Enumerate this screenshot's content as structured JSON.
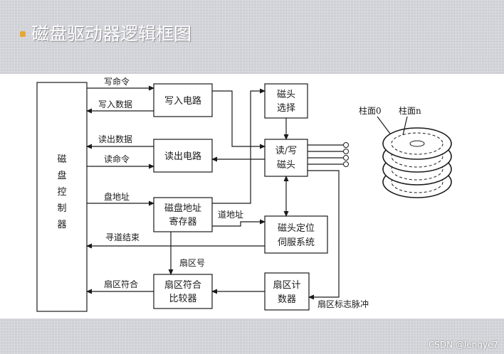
{
  "title": "磁盘驱动器逻辑框图",
  "boxes": {
    "controller": [
      "磁",
      "盘",
      "控",
      "制",
      "器"
    ],
    "write_circuit": "写入电路",
    "read_circuit": "读出电路",
    "head_select": [
      "磁头",
      "选择"
    ],
    "rw_head": [
      "读/写",
      "磁头"
    ],
    "disk_addr_reg": [
      "磁盘地址",
      "寄存器"
    ],
    "servo": [
      "磁头定位",
      "伺服系统"
    ],
    "sector_compare": [
      "扇区符合",
      "比较器"
    ],
    "sector_counter": [
      "扇区计",
      "数器"
    ]
  },
  "labels": {
    "write_cmd": "写命令",
    "write_data": "写入数据",
    "read_data": "读出数据",
    "read_cmd": "读命令",
    "disk_addr": "盘地址",
    "track_addr": "道地址",
    "seek_end": "寻道结束",
    "sector_no": "扇区号",
    "sector_match": "扇区符合",
    "sector_pulse": "扇区标志脉冲",
    "cylinder0": "柱面0",
    "cylinder_n": "柱面n"
  },
  "watermark": "CSDN @lengye7",
  "colors": {
    "background": "#cfd0d6",
    "title": "#ffffff",
    "bullet": "#e5a732",
    "ink": "#1a1a1a"
  }
}
